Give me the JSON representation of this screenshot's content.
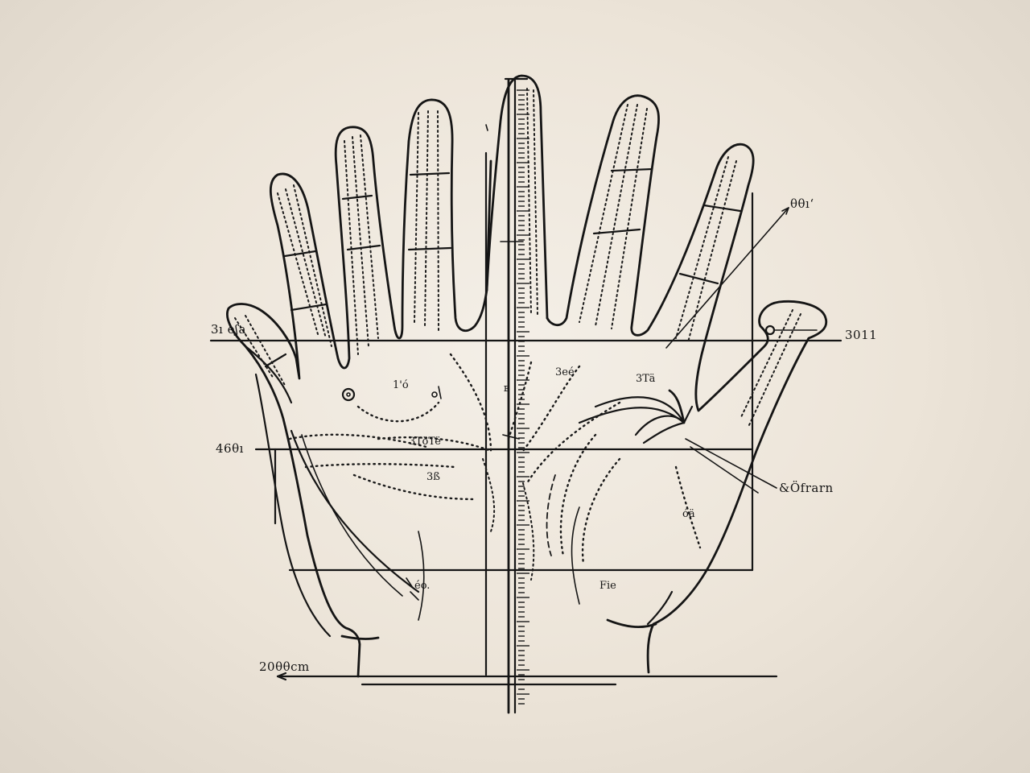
{
  "labels": {
    "left_top": "3ı eʃa",
    "left_mid": "46θı",
    "left_bottom": "20θθcm",
    "right_top": "θθı‘",
    "right_mid": "3011",
    "right_low": "&Öfrarn"
  },
  "palm_labels": {
    "finger_mark": "1'ó",
    "center_top": "3eé",
    "center_right": "3Tä",
    "center_code": "3TöTë",
    "palm_left": "3ß",
    "palm_right": "óä",
    "heel_left": "éo.",
    "heel_right": "Fie",
    "ruler_mark": "ᴇ"
  },
  "colors": {
    "ink": "#151515",
    "paper": "#efe8dd"
  }
}
